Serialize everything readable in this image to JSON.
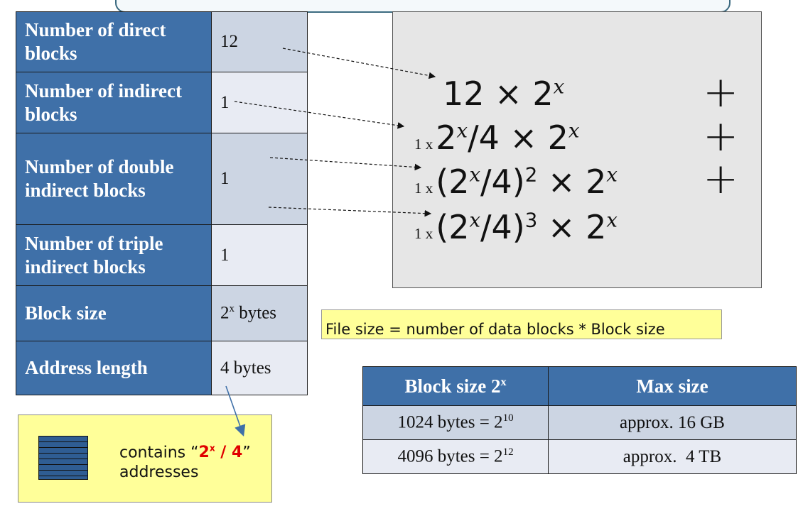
{
  "spec_table": {
    "rows": [
      {
        "label": "Number of direct blocks",
        "value": "12"
      },
      {
        "label": "Number of indirect blocks",
        "value": "1"
      },
      {
        "label": "Number of double indirect blocks",
        "value": "1"
      },
      {
        "label": "Number of triple indirect blocks",
        "value": "1"
      },
      {
        "label": "Block size",
        "value": "2",
        "value_sup": "x",
        "value_suffix": " bytes"
      },
      {
        "label": "Address length",
        "value": "4 bytes"
      }
    ]
  },
  "formula": {
    "row1": "12 × 2",
    "row2_mult": "1 x",
    "row2": "2",
    "row3_mult": "1 x",
    "row4_mult": "1 x",
    "plus": "+"
  },
  "file_size_note": "File size = number of data blocks * Block size",
  "max_table": {
    "headers": [
      "Block size 2",
      "Max size"
    ],
    "header_sup": "x",
    "rows": [
      {
        "block": "1024 bytes = 2",
        "exp": "10",
        "max": "approx. 16 GB"
      },
      {
        "block": "4096 bytes = 2",
        "exp": "12",
        "max": "approx.  4 TB"
      }
    ]
  },
  "legend": {
    "prefix": "contains “",
    "highlight_a": "2",
    "highlight_sup": "x",
    "highlight_b": " / 4",
    "suffix": "”",
    "line2": "addresses"
  }
}
